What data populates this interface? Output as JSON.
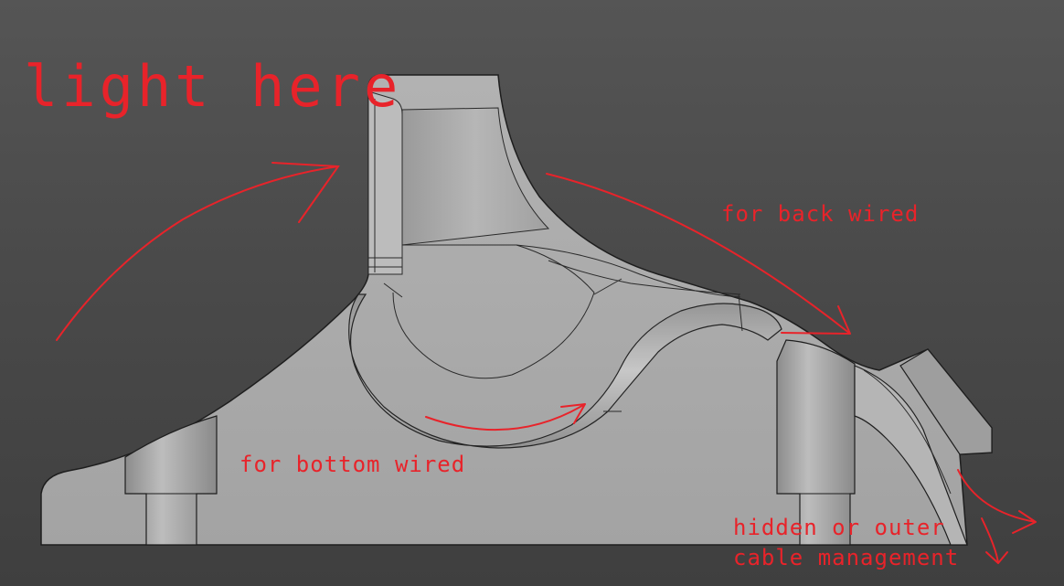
{
  "annotations": {
    "light_here": "light here",
    "back_wired": "for back wired",
    "bottom_wired": "for bottom wired",
    "cable_line1": "hidden or outer",
    "cable_line2": "cable management"
  },
  "colors": {
    "background": "#4a4a4a",
    "part_fill": "#a9a9a9",
    "part_edge": "#1e1e1e",
    "annotation": "#e8232a"
  }
}
